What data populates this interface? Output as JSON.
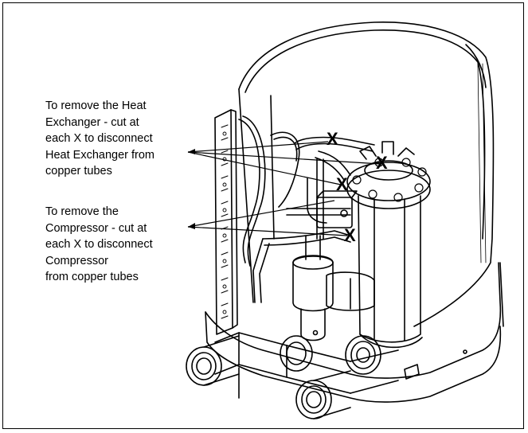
{
  "callouts": {
    "heat_exchanger": {
      "lines": [
        "To remove the Heat",
        "Exchanger - cut at",
        "each X to disconnect",
        "Heat Exchanger from",
        "copper tubes"
      ]
    },
    "compressor": {
      "lines": [
        "To remove the",
        "Compressor - cut at",
        "each X to disconnect",
        "Compressor",
        "from copper tubes"
      ]
    }
  },
  "cut_marks": [
    "X",
    "X",
    "X",
    "X"
  ],
  "colors": {
    "line": "#000000",
    "background": "#ffffff"
  }
}
